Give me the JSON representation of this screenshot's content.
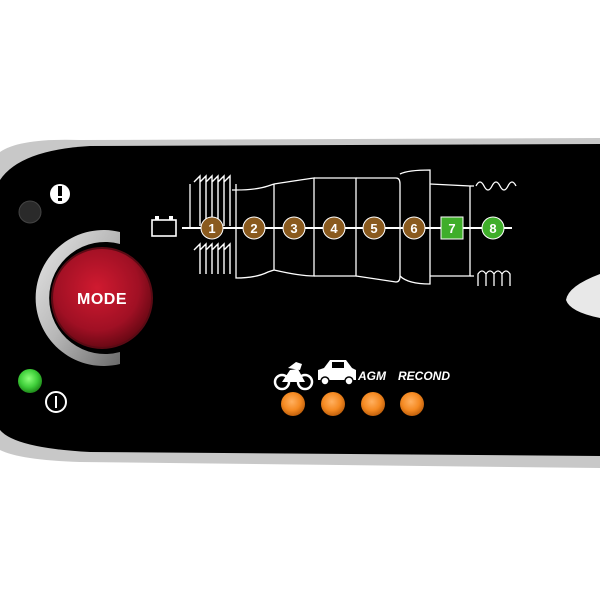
{
  "device": {
    "mode_button_label": "MODE",
    "warning_icon": "exclamation-circle-icon",
    "power_icon": "power-icon",
    "battery_icon": "battery-icon"
  },
  "charge_steps": [
    {
      "label": "1",
      "state": "off",
      "color": "#8a5a1e"
    },
    {
      "label": "2",
      "state": "off",
      "color": "#8a5a1e"
    },
    {
      "label": "3",
      "state": "off",
      "color": "#8a5a1e"
    },
    {
      "label": "4",
      "state": "off",
      "color": "#8a5a1e"
    },
    {
      "label": "5",
      "state": "off",
      "color": "#8a5a1e"
    },
    {
      "label": "6",
      "state": "off",
      "color": "#8a5a1e"
    },
    {
      "label": "7",
      "state": "on",
      "color": "#3fae2a"
    },
    {
      "label": "8",
      "state": "on",
      "color": "#3fae2a"
    }
  ],
  "mode_indicators": [
    {
      "name": "motorcycle",
      "icon": "motorcycle-icon",
      "label": "",
      "color": "#f07d1a"
    },
    {
      "name": "car",
      "icon": "car-icon",
      "label": "",
      "color": "#f07d1a"
    },
    {
      "name": "agm",
      "icon": "",
      "label": "AGM",
      "color": "#f07d1a"
    },
    {
      "name": "recond",
      "icon": "",
      "label": "RECOND",
      "color": "#f07d1a"
    }
  ],
  "status_leds": {
    "error_led": {
      "state": "off",
      "color": "#2a2a2a"
    },
    "power_led": {
      "state": "on",
      "color": "#3fcf3a"
    }
  },
  "colors": {
    "panel": "#000000",
    "mode_button": "#b01428",
    "step_off": "#8a5a1e",
    "step_on": "#3fae2a",
    "led_orange": "#f07d1a"
  }
}
